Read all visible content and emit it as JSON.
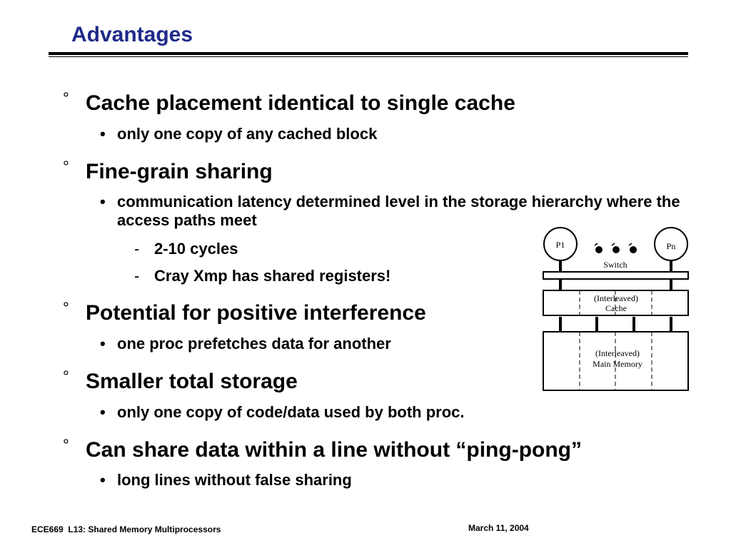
{
  "slide": {
    "title": "Advantages"
  },
  "bullets": [
    {
      "marker": "°",
      "text": "Cache placement identical to single cache",
      "subs": [
        {
          "marker": "•",
          "text": "only one copy of any cached block"
        }
      ]
    },
    {
      "marker": "°",
      "text": "Fine-grain sharing",
      "subs": [
        {
          "marker": "•",
          "text": "communication latency determined level in the storage hierarchy where the access paths meet",
          "subs": [
            {
              "marker": "-",
              "text": "2-10 cycles"
            },
            {
              "marker": "-",
              "text": "Cray Xmp has shared registers!"
            }
          ]
        }
      ]
    },
    {
      "marker": "°",
      "text": "Potential for positive interference",
      "subs": [
        {
          "marker": "•",
          "text": "one proc prefetches data for another"
        }
      ]
    },
    {
      "marker": "°",
      "text": "Smaller total storage",
      "subs": [
        {
          "marker": "•",
          "text": "only one copy of code/data used by both proc."
        }
      ]
    },
    {
      "marker": "°",
      "text": "Can share data within a line without “ping-pong”",
      "subs": [
        {
          "marker": "•",
          "text": "long lines without false sharing"
        }
      ]
    }
  ],
  "diagram": {
    "proc_first": "P1",
    "proc_last": "Pn",
    "switch_label": "Switch",
    "cache_label_line1": "(Interleaved)",
    "cache_label_line2": "Cache",
    "memory_label_line1": "(Interleaved)",
    "memory_label_line2": "Main Memory"
  },
  "footer": {
    "course": "ECE669  L13: Shared Memory Multiprocessors",
    "date": "March 11, 2004"
  },
  "colors": {
    "title": "#1f2a8a",
    "text": "#000000",
    "background": "#ffffff"
  }
}
